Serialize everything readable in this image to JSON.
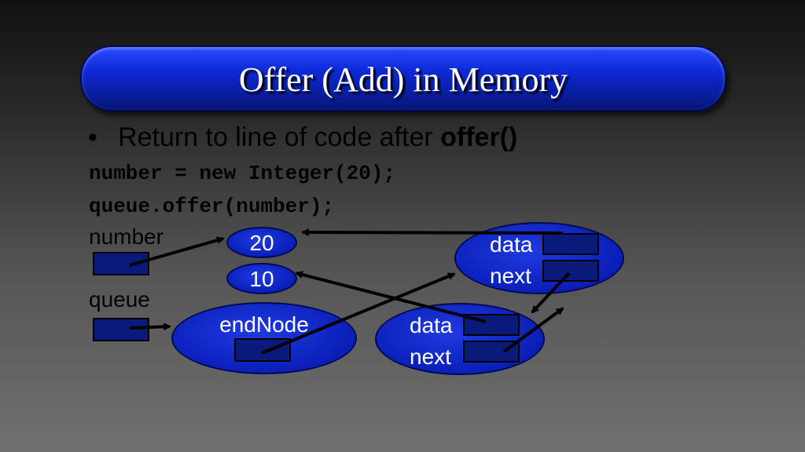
{
  "title": "Offer (Add) in Memory",
  "bullet": {
    "symbol": "•",
    "text": "Return to line of code after ",
    "bold": "offer()"
  },
  "code": {
    "line1": "number = new Integer(20);",
    "line2": "queue.offer(number);"
  },
  "labels": {
    "number": "number",
    "queue": "queue",
    "endNode": "endNode",
    "node1_data": "data",
    "node1_next": "next",
    "node2_data": "data",
    "node2_next": "next"
  },
  "values": {
    "v20": "20",
    "v10": "10"
  },
  "colors": {
    "node_fill": "#0a1fb8",
    "box_fill": "#0a1a7a",
    "title_fill": "#0f2bd9"
  }
}
